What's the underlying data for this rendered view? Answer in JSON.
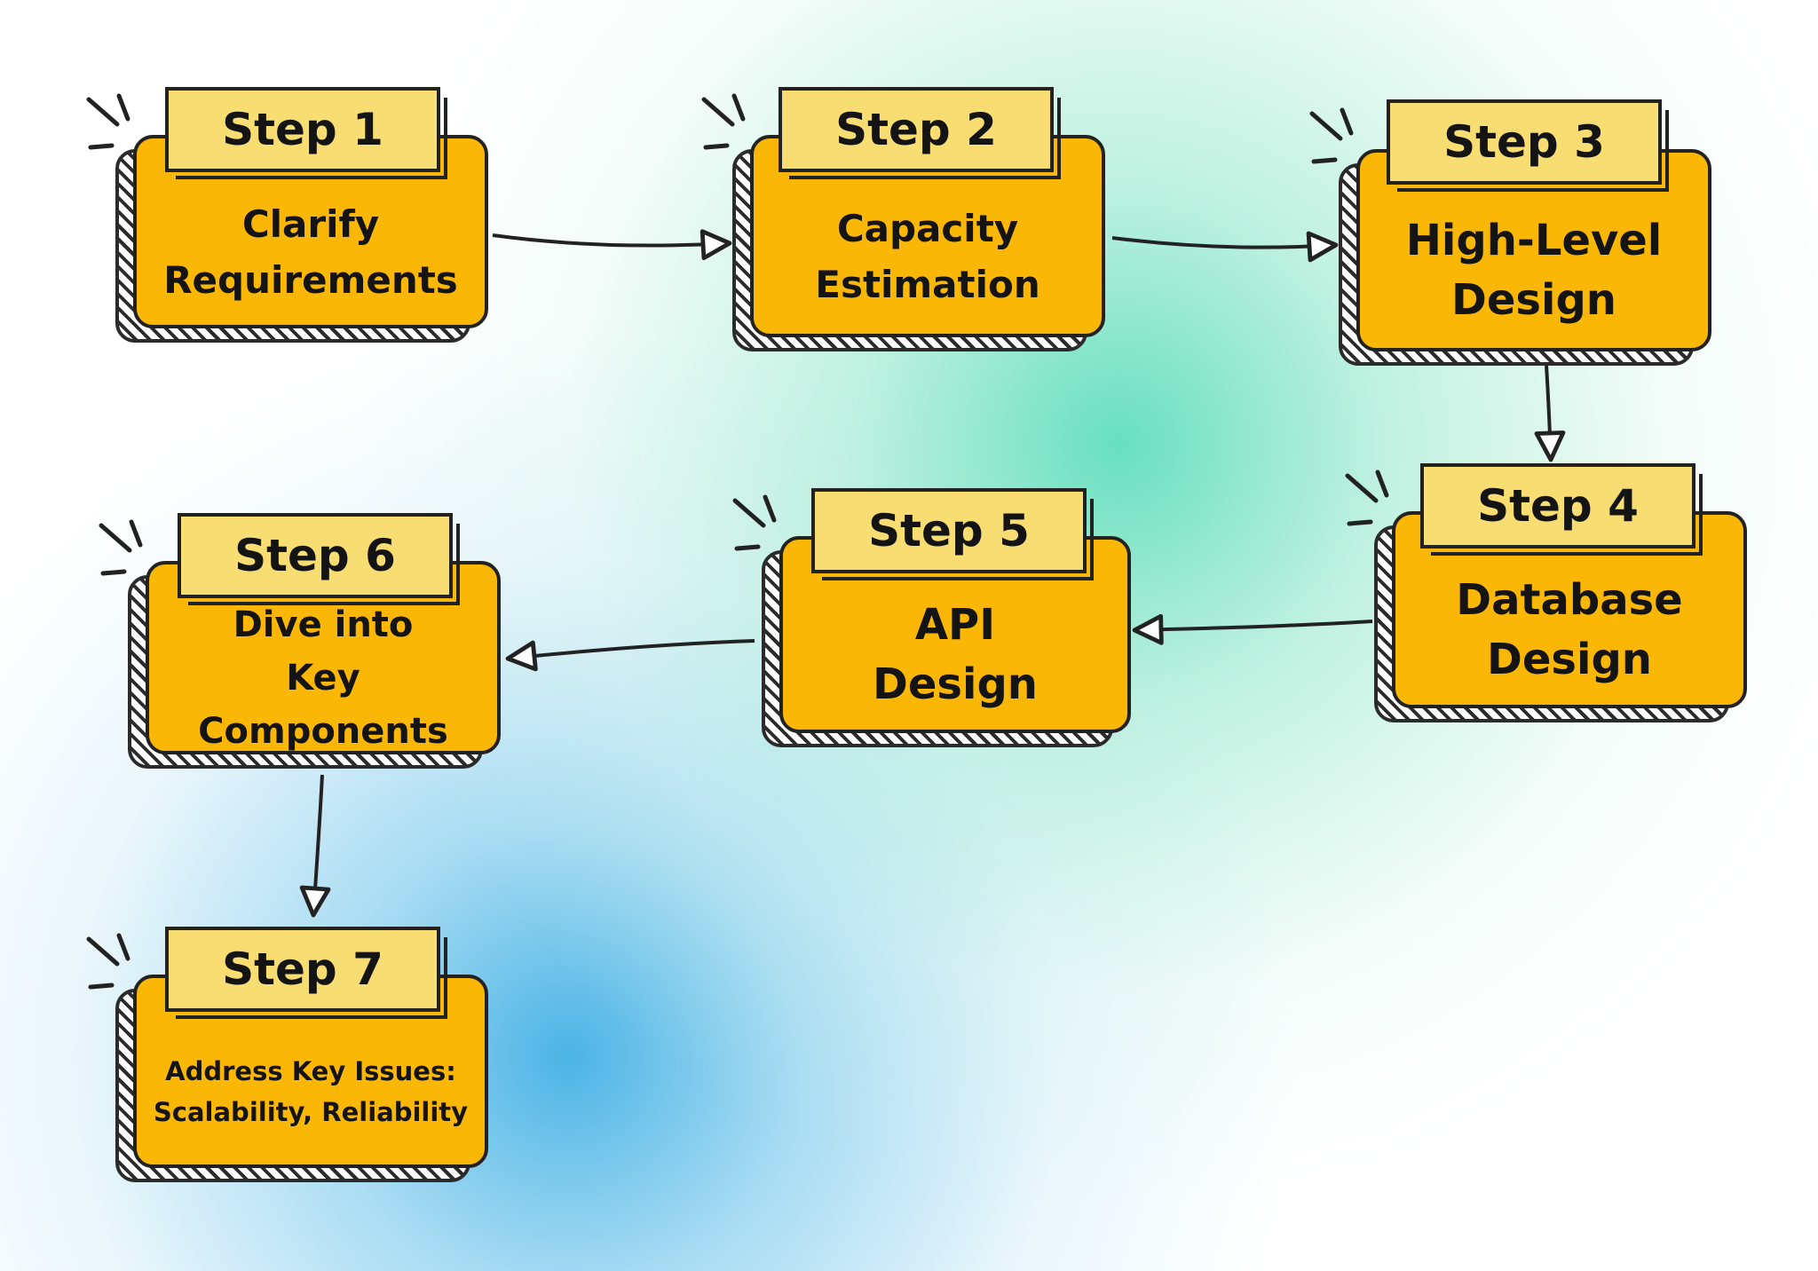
{
  "diagram": {
    "steps": [
      {
        "label": "Step 1",
        "text": "Clarify\nRequirements"
      },
      {
        "label": "Step 2",
        "text": "Capacity\nEstimation"
      },
      {
        "label": "Step 3",
        "text": "High-Level\nDesign"
      },
      {
        "label": "Step 4",
        "text": "Database\nDesign"
      },
      {
        "label": "Step 5",
        "text": "API\nDesign"
      },
      {
        "label": "Step 6",
        "text": "Dive into\nKey Components"
      },
      {
        "label": "Step 7",
        "text": "Address Key Issues:\nScalability, Reliability"
      }
    ],
    "colors": {
      "card_fill": "#fbb705",
      "label_fill": "#f8dd72",
      "outline": "#222222",
      "background_green": "#60deba",
      "background_blue": "#42b0e4"
    },
    "connectors": [
      {
        "from": "Step 1",
        "to": "Step 2"
      },
      {
        "from": "Step 2",
        "to": "Step 3"
      },
      {
        "from": "Step 3",
        "to": "Step 4"
      },
      {
        "from": "Step 4",
        "to": "Step 5"
      },
      {
        "from": "Step 5",
        "to": "Step 6"
      },
      {
        "from": "Step 6",
        "to": "Step 7"
      }
    ]
  }
}
